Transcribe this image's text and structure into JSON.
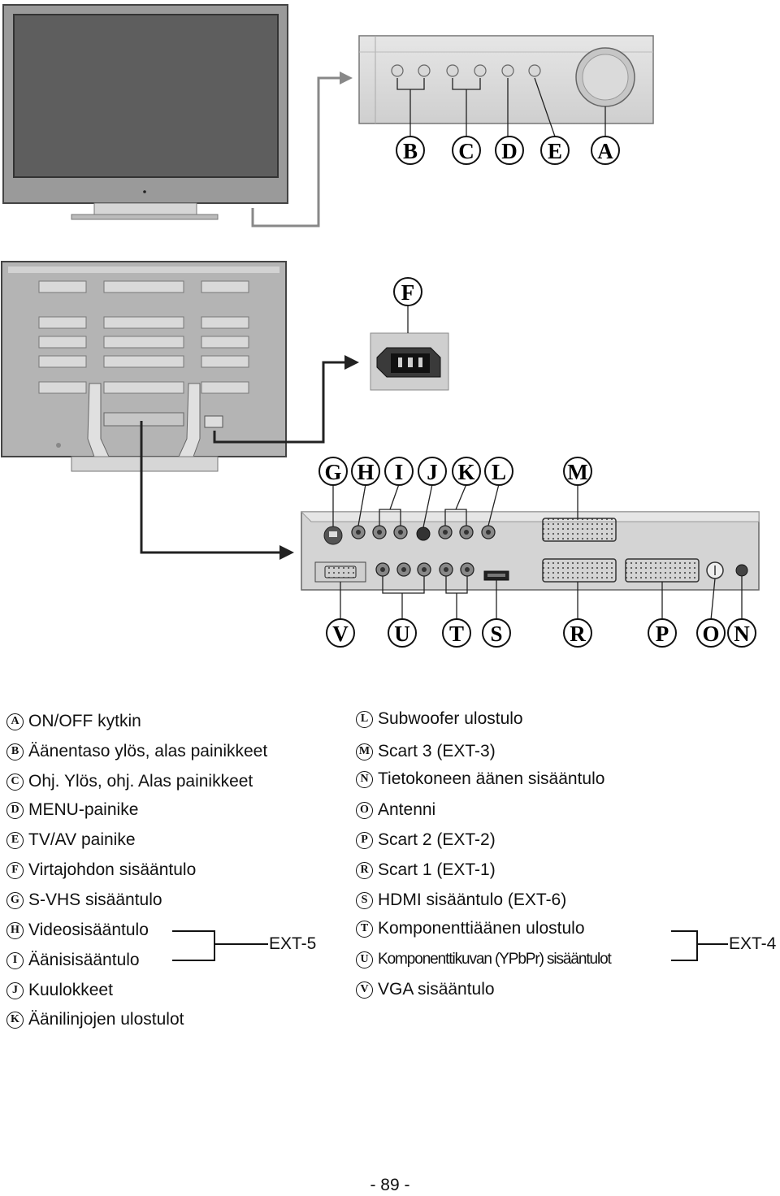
{
  "callouts": {
    "A": "A",
    "B": "B",
    "C": "C",
    "D": "D",
    "E": "E",
    "F": "F",
    "G": "G",
    "H": "H",
    "I": "I",
    "J": "J",
    "K": "K",
    "L": "L",
    "M": "M",
    "N": "N",
    "O": "O",
    "P": "P",
    "R": "R",
    "S": "S",
    "T": "T",
    "U": "U",
    "V": "V"
  },
  "legend_left": [
    {
      "letter": "A",
      "text": "ON/OFF kytkin"
    },
    {
      "letter": "B",
      "text": "Äänentaso ylös, alas painikkeet"
    },
    {
      "letter": "C",
      "text": "Ohj. Ylös, ohj. Alas painikkeet"
    },
    {
      "letter": "D",
      "text": "MENU-painike"
    },
    {
      "letter": "E",
      "text": "TV/AV painike"
    },
    {
      "letter": "F",
      "text": "Virtajohdon sisääntulo"
    },
    {
      "letter": "G",
      "text": "S-VHS sisääntulo"
    },
    {
      "letter": "H",
      "text": "Videosisääntulo"
    },
    {
      "letter": "I",
      "text": "Äänisisääntulo"
    },
    {
      "letter": "J",
      "text": "Kuulokkeet"
    },
    {
      "letter": "K",
      "text": "Äänilinjojen ulostulot"
    }
  ],
  "legend_right": [
    {
      "letter": "L",
      "text": "Subwoofer ulostulo"
    },
    {
      "letter": "M",
      "text": "Scart 3 (EXT-3)"
    },
    {
      "letter": "N",
      "text": "Tietokoneen äänen sisääntulo"
    },
    {
      "letter": "O",
      "text": "Antenni"
    },
    {
      "letter": "P",
      "text": "Scart 2 (EXT-2)"
    },
    {
      "letter": "R",
      "text": "Scart 1 (EXT-1)"
    },
    {
      "letter": "S",
      "text": "HDMI sisääntulo (EXT-6)"
    },
    {
      "letter": "T",
      "text": "Komponenttiäänen ulostulo"
    },
    {
      "letter": "U",
      "text": "Komponenttikuvan (YPbPr) sisääntulot"
    },
    {
      "letter": "V",
      "text": "VGA sisääntulo"
    }
  ],
  "groups": {
    "ext5": "EXT-5",
    "ext4": "EXT-4"
  },
  "page_number": "- 89 -"
}
